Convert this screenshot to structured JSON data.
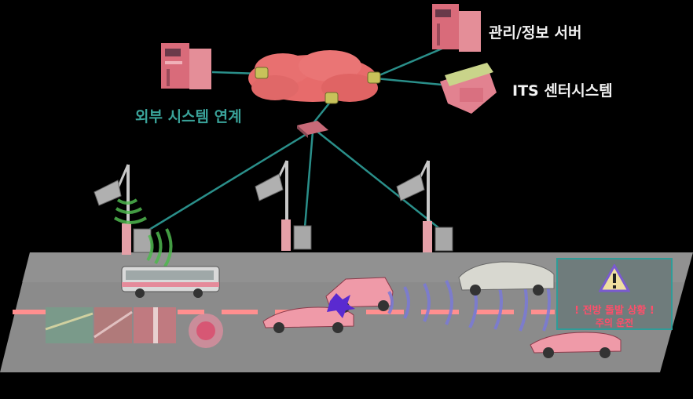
{
  "labels": {
    "management_server": "관리/정보 서버",
    "its_center": "ITS 센터시스템",
    "external_link": "외부 시스템 연계"
  },
  "warning": {
    "headline": "! 전방 돌발 상황 !",
    "sub": "주의 운전"
  },
  "colors": {
    "background": "#000000",
    "road": "#8a8a8a",
    "link_line": "#2a8f8a",
    "label": "#3aa39a",
    "lane_marking": "#ff8a8a",
    "warning_text": "#ff4e6a"
  },
  "icons": [
    "server-icon",
    "cloud-network-icon",
    "router-icon",
    "camera-pole-icon",
    "bus-icon",
    "car-icon",
    "warning-triangle-icon",
    "signal-wave-icon",
    "collision-icon"
  ]
}
